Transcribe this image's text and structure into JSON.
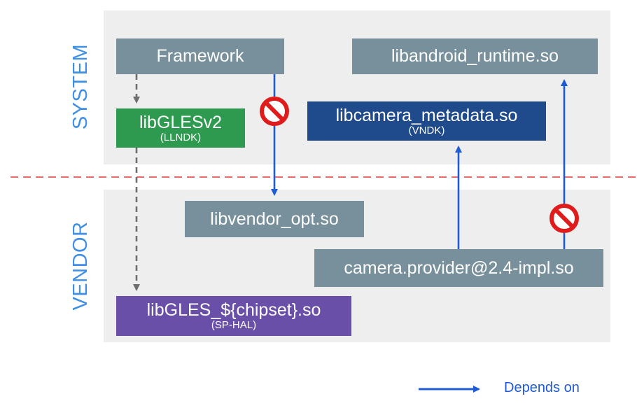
{
  "regions": {
    "system_label": "SYSTEM",
    "vendor_label": "VENDOR"
  },
  "nodes": {
    "framework": {
      "label": "Framework",
      "color": "#78909c"
    },
    "libandroid_runtime": {
      "label": "libandroid_runtime.so",
      "color": "#78909c"
    },
    "libglesv2": {
      "label": "libGLESv2",
      "tag": "(LLNDK)",
      "color": "#2e9a4f"
    },
    "libcamera_metadata": {
      "label": "libcamera_metadata.so",
      "tag": "(VNDK)",
      "color": "#1f4a8c"
    },
    "libvendor_opt": {
      "label": "libvendor_opt.so",
      "color": "#78909c"
    },
    "camera_provider": {
      "label": "camera.provider@2.4-impl.so",
      "color": "#78909c"
    },
    "libgles_chipset": {
      "label": "libGLES_${chipset}.so",
      "tag": "(SP-HAL)",
      "color": "#6a4fa8"
    }
  },
  "edges": [
    {
      "from": "Framework",
      "to": "libGLESv2",
      "style": "dashed",
      "allowed": true
    },
    {
      "from": "libGLESv2",
      "to": "libGLES_${chipset}.so",
      "style": "dashed",
      "allowed": true
    },
    {
      "from": "Framework",
      "to": "libvendor_opt.so",
      "style": "depends",
      "allowed": false
    },
    {
      "from": "camera.provider@2.4-impl.so",
      "to": "libcamera_metadata.so",
      "style": "depends",
      "allowed": true
    },
    {
      "from": "camera.provider@2.4-impl.so",
      "to": "libandroid_runtime.so",
      "style": "depends",
      "allowed": false
    }
  ],
  "legend": {
    "depends_label": "Depends on",
    "arrow_color": "#1f5bd4",
    "dashed_color": "#6e6e6e",
    "boundary_color": "#e53935",
    "forbidden_icon": "no-entry-icon"
  }
}
